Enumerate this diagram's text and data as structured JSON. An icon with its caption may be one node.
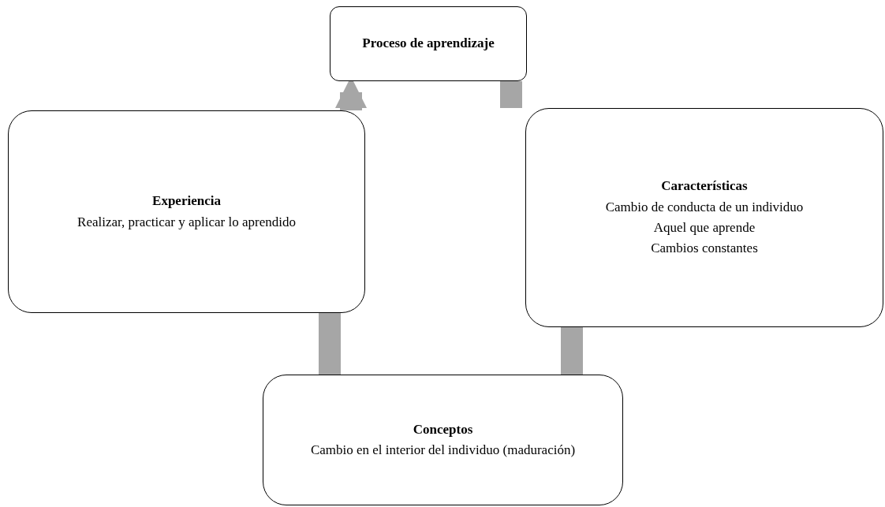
{
  "diagram": {
    "nodes": [
      {
        "text": [
          "Proceso de aprendizaje"
        ]
      },
      {
        "text": [
          "Características",
          "Cambio de conducta de un individuo",
          "Aquel que aprende",
          "Cambios constantes"
        ]
      },
      {
        "text": [
          "Conceptos",
          "Cambio en el interior del individuo (maduración)"
        ]
      },
      {
        "text": [
          "Experiencia",
          "Realizar, practicar y aplicar lo aprendido"
        ]
      }
    ],
    "edges": [
      {
        "from": 0,
        "to": 1,
        "arrow": "none"
      },
      {
        "from": 1,
        "to": 2,
        "arrow": "none"
      },
      {
        "from": 2,
        "to": 3,
        "arrow": "none"
      },
      {
        "from": 3,
        "to": 0,
        "arrow": "to"
      }
    ]
  }
}
